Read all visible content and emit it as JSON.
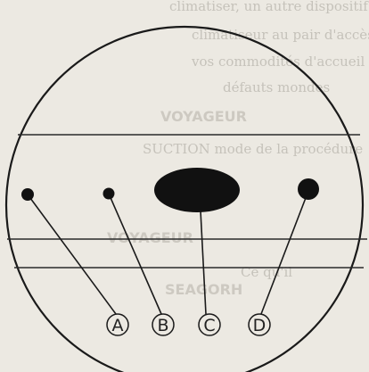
{
  "figure": {
    "labels": [
      "A",
      "B",
      "C",
      "D"
    ]
  },
  "bleed_through": {
    "lines": [
      "climatiser, un autre dispositif que le",
      "climatiseur au pair d'accès à",
      "vos commodités d'accueil à",
      "défauts mondes",
      "VOYAGEUR",
      "SUCTION mode de la procédure",
      "VOYAGEUR",
      "Ce qu'il",
      "SEAGORH"
    ]
  }
}
